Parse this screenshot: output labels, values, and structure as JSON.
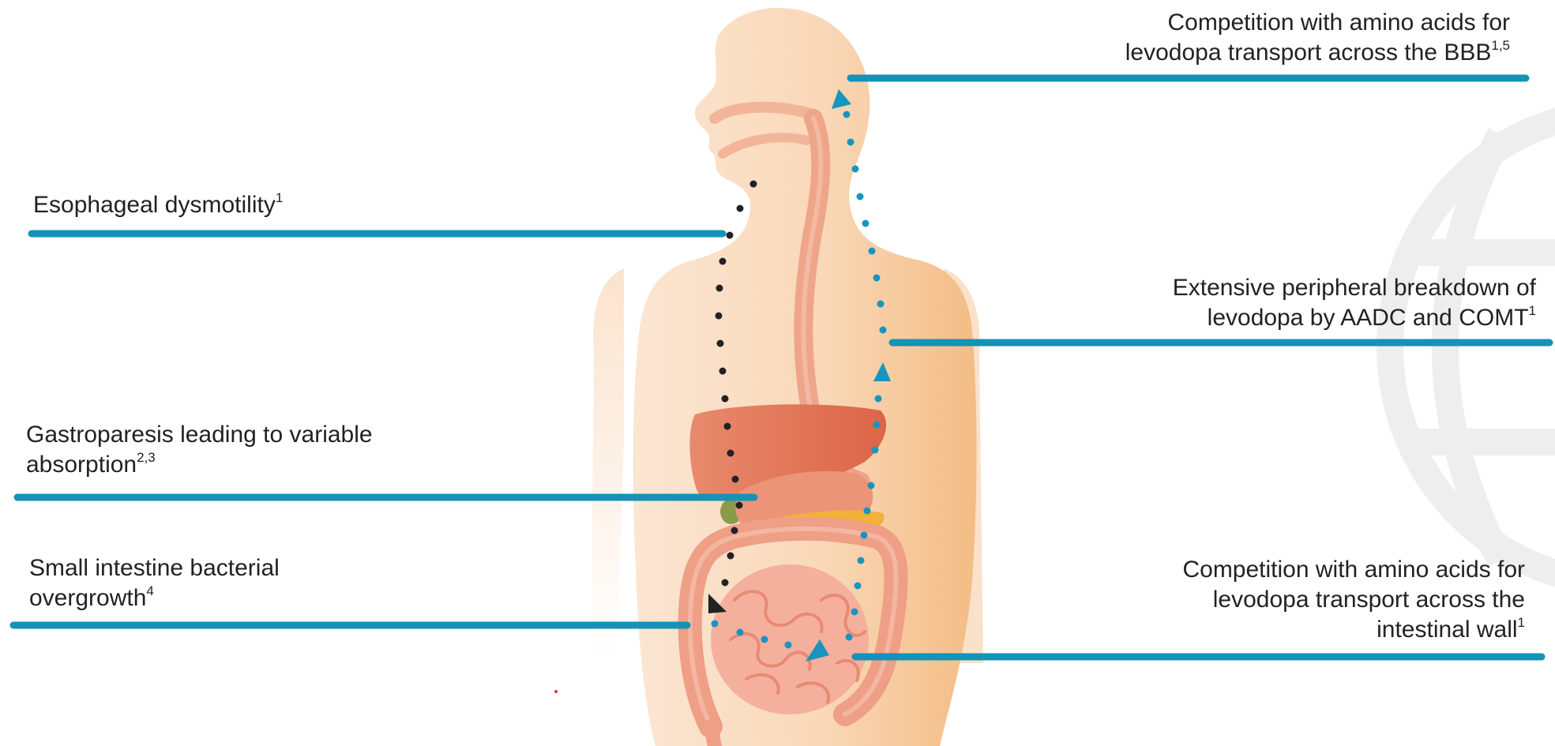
{
  "colors": {
    "leader_line": "#1592b6",
    "blue_dots": "#1895be",
    "black_dots": "#222222",
    "skin_light": "#fbe3cd",
    "skin_dark": "#f4bd86",
    "organ": "#e8856a",
    "liver": "#e07258",
    "pancreas": "#f3b13a",
    "intestine": "#f2a994",
    "watermark": "#eeeeee"
  },
  "labels": {
    "bbb": {
      "lines": [
        "Competition with amino acids for",
        "levodopa transport across the BBB"
      ],
      "sup": "1,5"
    },
    "esophageal": {
      "lines": [
        "Esophageal dysmotility"
      ],
      "sup": "1"
    },
    "peripheral": {
      "lines": [
        "Extensive peripheral breakdown of",
        "levodopa by AADC and COMT"
      ],
      "sup": "1"
    },
    "gastroparesis": {
      "lines": [
        "Gastroparesis leading to variable",
        "absorption"
      ],
      "sup": "2,3"
    },
    "sibo": {
      "lines": [
        "Small intestine bacterial",
        "overgrowth"
      ],
      "sup": "4"
    },
    "intestinal": {
      "lines": [
        "Competition with amino acids for",
        "levodopa transport across the",
        "intestinal wall"
      ],
      "sup": "1"
    }
  }
}
